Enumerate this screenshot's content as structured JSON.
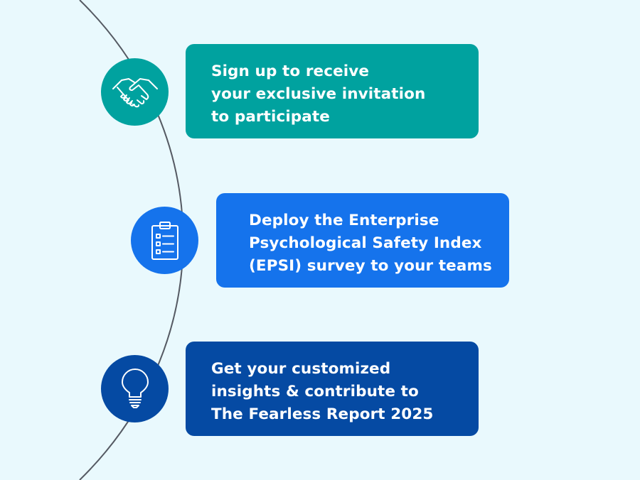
{
  "colors": {
    "background": "#e9f9fd",
    "arc": "#555a63",
    "teal": "#00a29f",
    "blue": "#1573ec",
    "navy": "#054aa3",
    "icon_stroke": "#ffffff"
  },
  "steps": [
    {
      "icon": "handshake-icon",
      "color": "#00a29f",
      "lines": [
        "Sign up to receive",
        "your exclusive invitation",
        "to participate"
      ]
    },
    {
      "icon": "clipboard-checklist-icon",
      "color": "#1573ec",
      "lines": [
        "Deploy the Enterprise",
        "Psychological Safety Index",
        "(EPSI) survey to your teams"
      ]
    },
    {
      "icon": "lightbulb-icon",
      "color": "#054aa3",
      "lines": [
        "Get your customized",
        "insights & contribute to",
        "The Fearless Report 2025"
      ]
    }
  ]
}
